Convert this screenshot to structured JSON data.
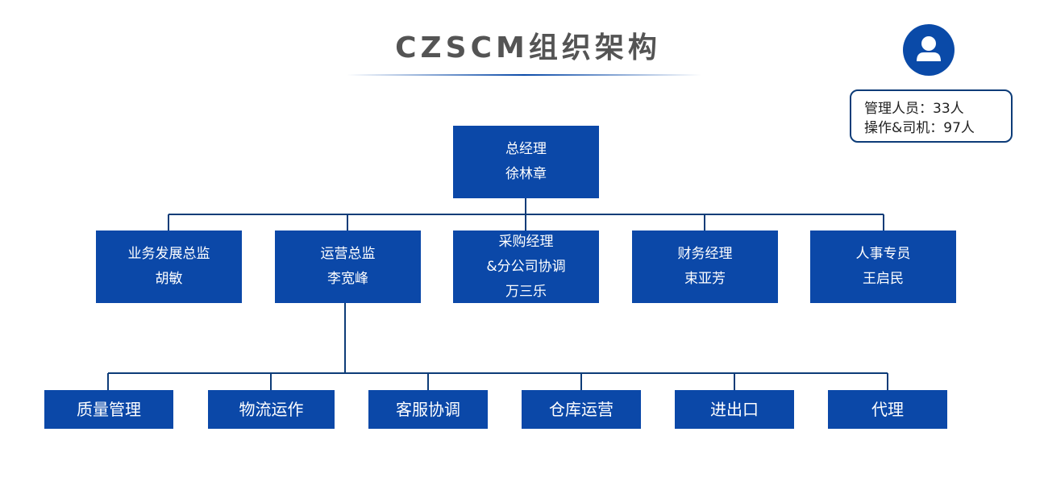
{
  "title": "CZSCM组织架构",
  "summary": {
    "managers": "管理人员：33人",
    "operators": "操作&司机：97人"
  },
  "root": {
    "role": "总经理",
    "name": "徐林章"
  },
  "level2": [
    {
      "role": "业务发展总监",
      "name": "胡敏"
    },
    {
      "role": "运营总监",
      "name": "李宽峰"
    },
    {
      "role": "采购经理",
      "role2": "&分公司协调",
      "name": "万三乐"
    },
    {
      "role": "财务经理",
      "name": "束亚芳"
    },
    {
      "role": "人事专员",
      "name": "王启民"
    }
  ],
  "operations_departments": [
    "质量管理",
    "物流运作",
    "客服协调",
    "仓库运营",
    "进出口",
    "代理"
  ],
  "colors": {
    "box": "#0b48a8",
    "line": "#0d3c78",
    "title": "#545454"
  },
  "icons": {
    "avatar": "user-icon"
  }
}
